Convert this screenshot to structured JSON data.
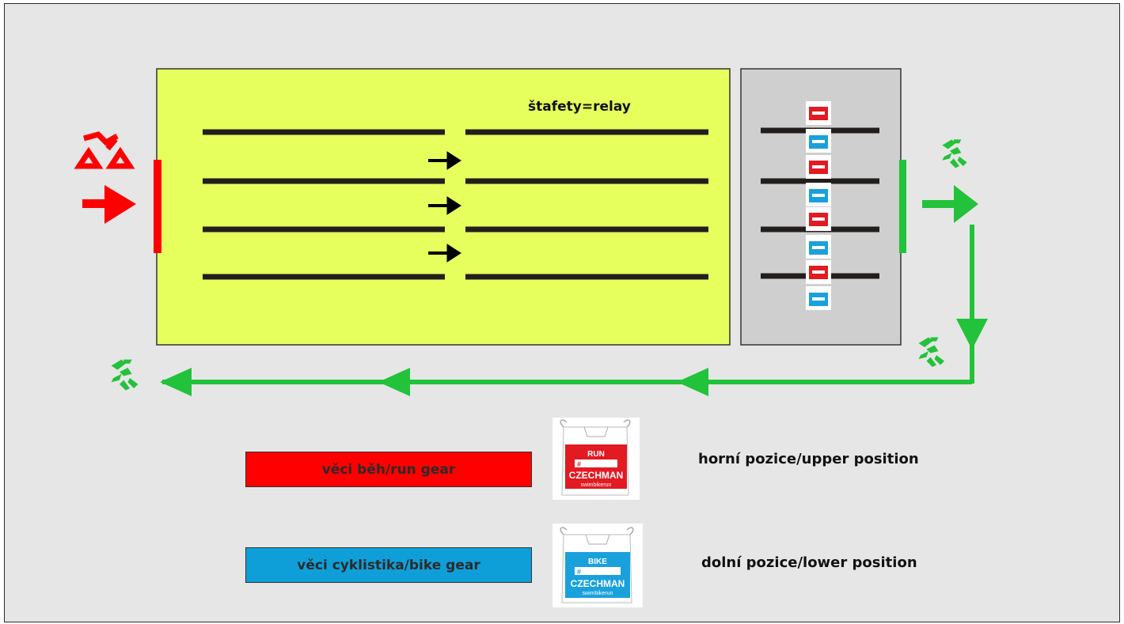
{
  "relay_label": "štafety=relay",
  "legend": {
    "run": {
      "label": "věci běh/run gear",
      "color": "#ff0000",
      "position_label": "horní pozice/upper position",
      "bag_type": "RUN",
      "bag_number": "#",
      "bag_brand": "CZECHMAN",
      "bag_sub": "swimbikerun"
    },
    "bike": {
      "label": "věci cyklistika/bike gear",
      "color": "#0f9fd8",
      "position_label": "dolní pozice/lower position",
      "bag_type": "BIKE",
      "bag_number": "#",
      "bag_brand": "CZECHMAN",
      "bag_sub": "swimbikerun"
    }
  },
  "colors": {
    "bike_zone": "#e6ff5c",
    "change_zone": "#cfcfcf",
    "entry": "#ff0000",
    "exit": "#22c23a",
    "rack": "#221e1c"
  },
  "icons": {
    "entry": "bike-icon",
    "exit": "runner-icon"
  }
}
